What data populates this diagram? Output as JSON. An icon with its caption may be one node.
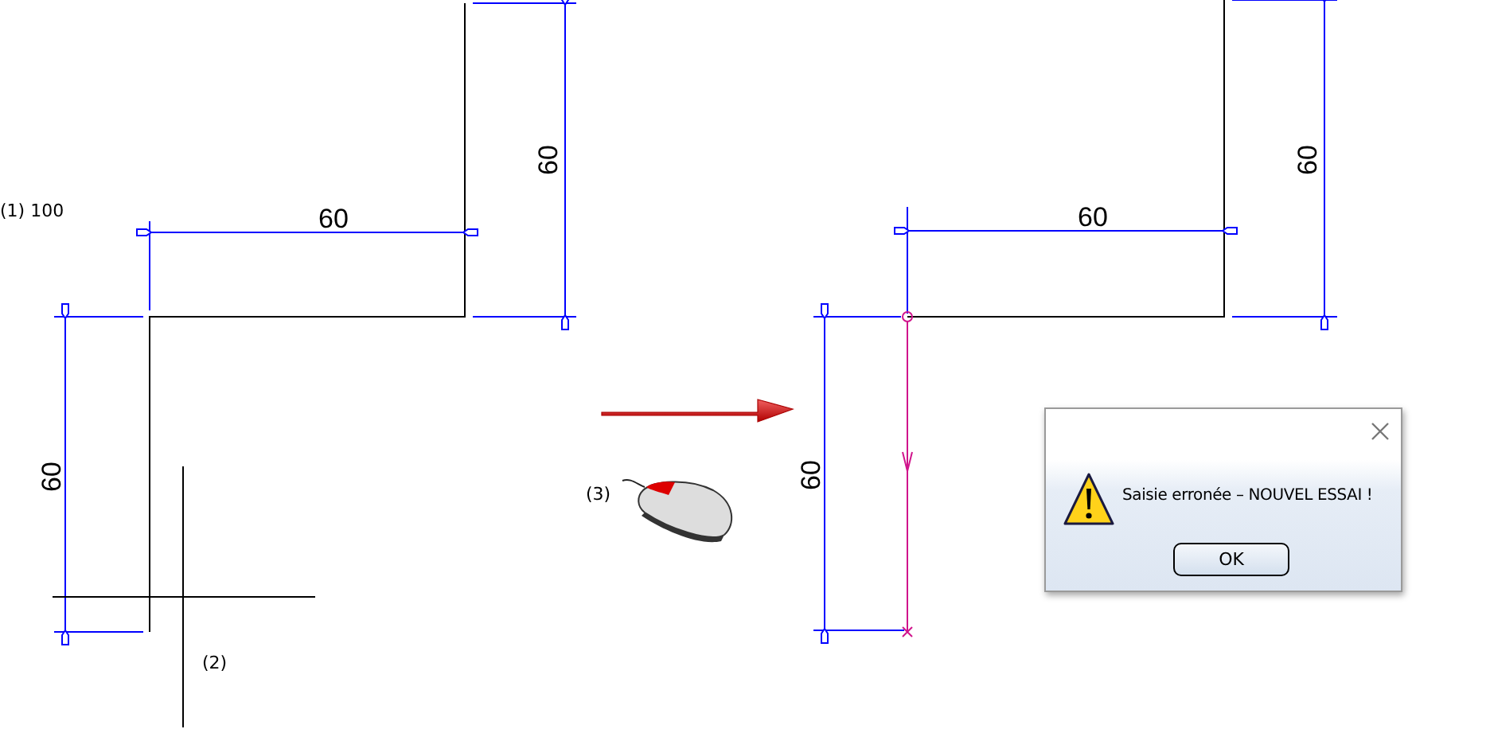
{
  "diagram": {
    "labels": [
      "(1) 100",
      "60",
      "60",
      "60",
      "(2)",
      "(3)",
      "60",
      "60",
      "60",
      "Saisie erronée – NOUVEL ESSAI !",
      "OK"
    ]
  }
}
